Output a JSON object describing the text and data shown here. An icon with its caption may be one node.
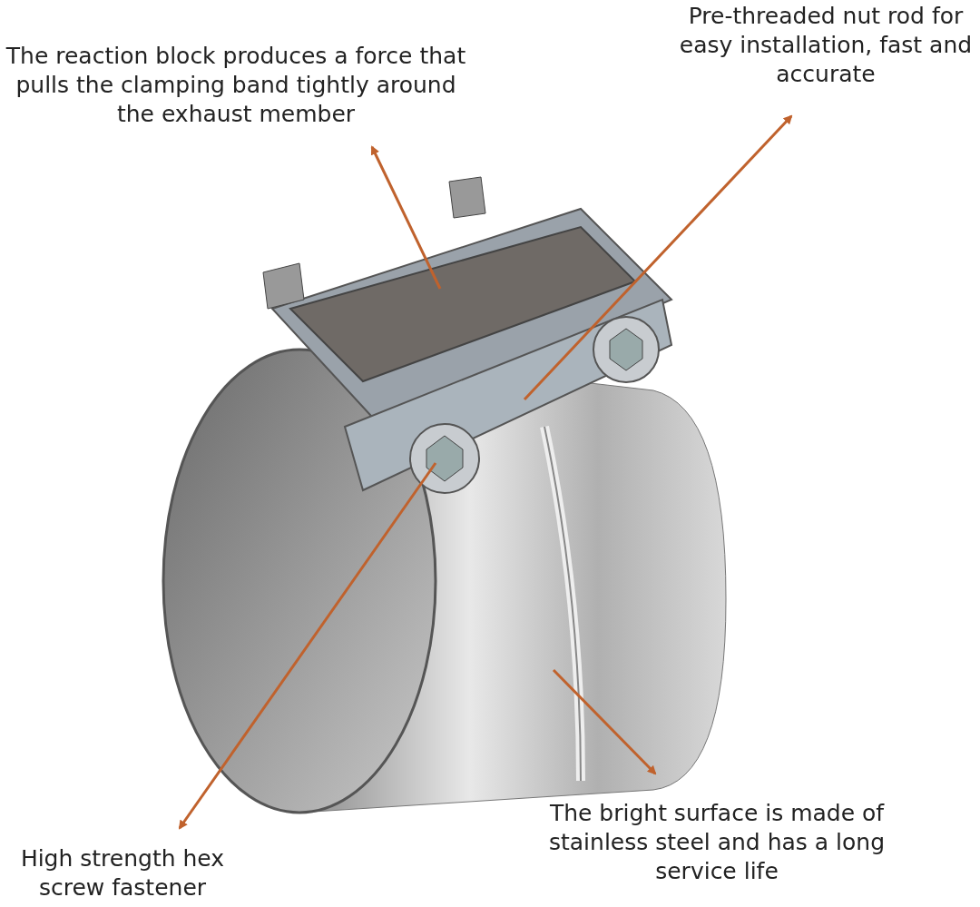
{
  "diagram": {
    "nodes": [
      {
        "text": [
          "The reaction block produces a force that pulls the clamping band tightly around the exhaust member"
        ]
      },
      {
        "text": [
          "Pre-threaded nut rod for easy installation, fast and accurate"
        ]
      },
      {
        "text": [
          "High strength hex screw fastener"
        ]
      },
      {
        "text": [
          "The bright surface is made of stainless steel and has a long service life"
        ]
      }
    ],
    "edges": [
      {
        "from": null,
        "to": 0,
        "arrow": "to"
      },
      {
        "from": null,
        "to": 1,
        "arrow": "to"
      },
      {
        "from": null,
        "to": 2,
        "arrow": "to"
      },
      {
        "from": null,
        "to": 3,
        "arrow": "to"
      }
    ]
  }
}
